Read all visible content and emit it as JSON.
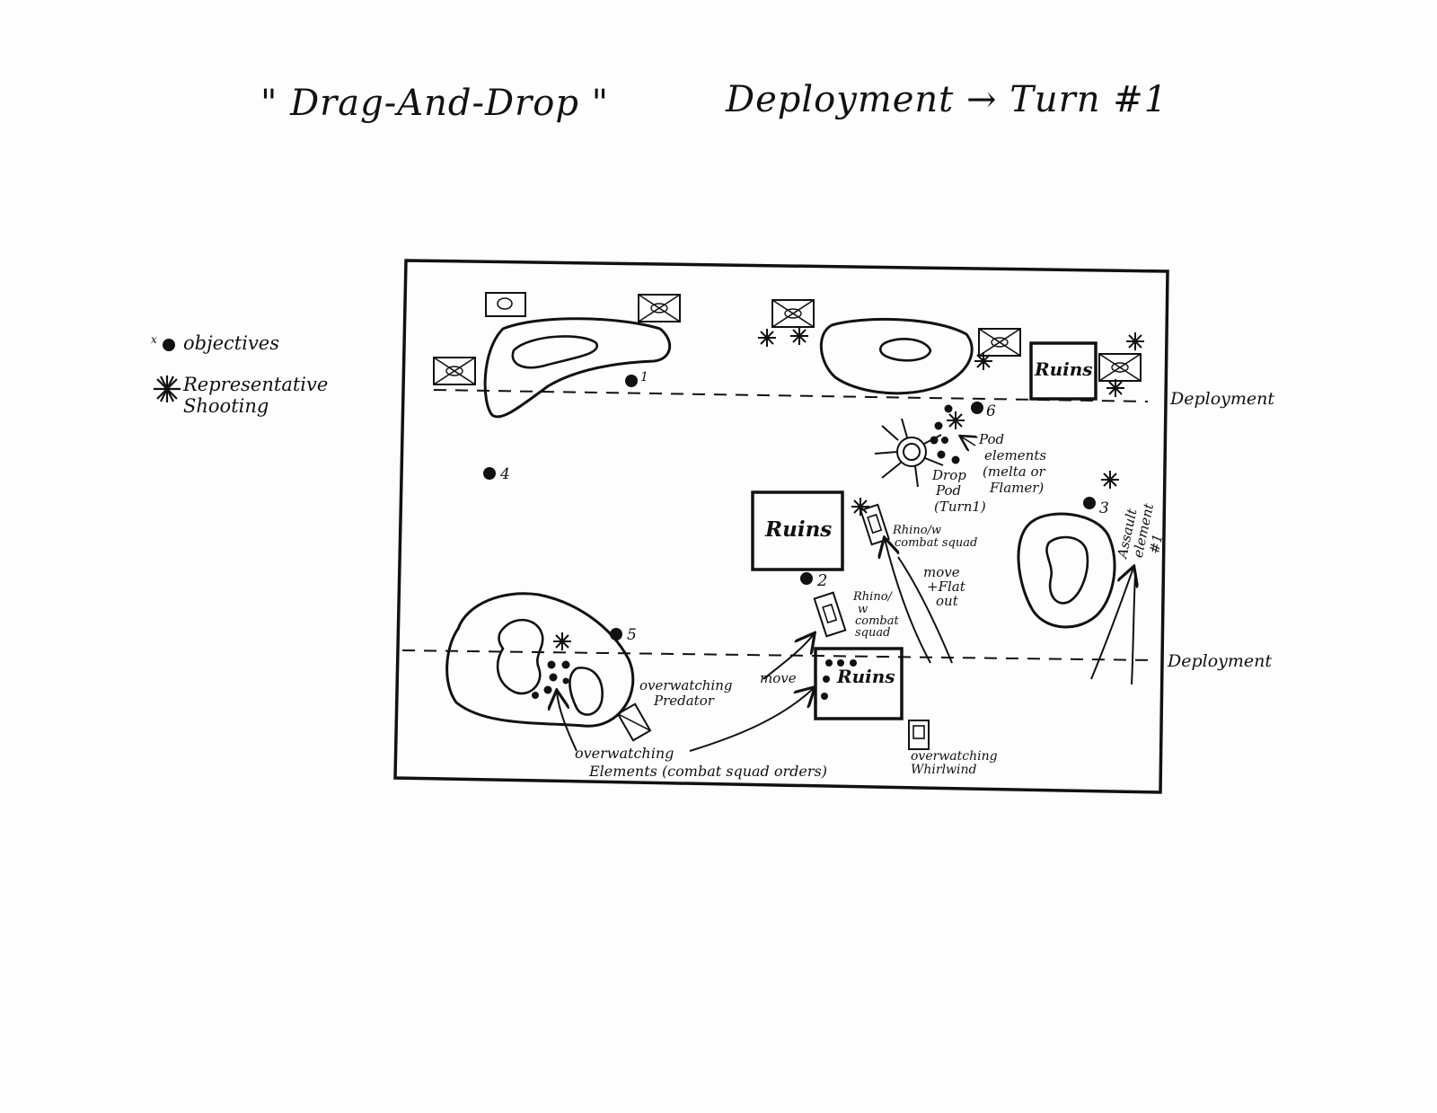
{
  "header": {
    "title_left": "\" Drag-And-Drop \"",
    "title_right": "Deployment → Turn #1"
  },
  "legend": {
    "objectives_label": "objectives",
    "shooting_label": "Representative Shooting"
  },
  "map": {
    "deployment_top_label": "Deployment",
    "deployment_bottom_label": "Deployment",
    "ruins": [
      "Ruins",
      "Ruins",
      "Ruins"
    ],
    "objectives": [
      "1",
      "2",
      "3",
      "4",
      "5",
      "6"
    ],
    "labels": {
      "pod_elements": "Pod elements (melta or Flamer)",
      "drop_pod": "Drop Pod (Turn1)",
      "rhino_top": "Rhino/w combat squad",
      "rhino_bottom": "Rhino/ w combat squad",
      "move_flat_out": "move +Flat out",
      "move": "move",
      "assault_element": "Assault element #1",
      "overwatching_predator": "overwatching Predator",
      "overwatching_elements": "overwatching Elements (combat squad orders)",
      "overwatching_whirlwind": "overwatching Whirlwind"
    }
  }
}
